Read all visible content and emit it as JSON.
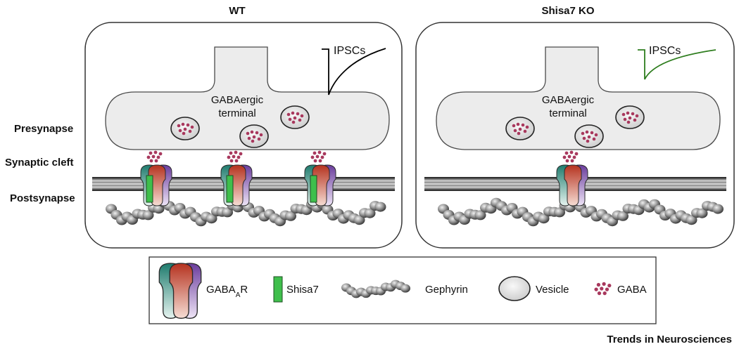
{
  "panels": [
    {
      "title": "WT",
      "inset_label": "IPSCs",
      "terminal_label_line1": "GABAergic",
      "terminal_label_line2": "terminal"
    },
    {
      "title": "Shisa7 KO",
      "inset_label": "IPSCs",
      "terminal_label_line1": "GABAergic",
      "terminal_label_line2": "terminal"
    }
  ],
  "side_labels": {
    "presynapse": "Presynapse",
    "synaptic_cleft": "Synaptic cleft",
    "postsynapse": "Postsynapse"
  },
  "legend": {
    "receptor": {
      "name": "GABA",
      "subscript": "A",
      "suffix": "R"
    },
    "shisa7": "Shisa7",
    "gephyrin": "Gephyrin",
    "vesicle": "Vesicle",
    "gaba": "GABA"
  },
  "footer": "Trends in Neurosciences",
  "colors": {
    "receptor_teal": "#1e7b6d",
    "receptor_red": "#b5321f",
    "receptor_purple": "#6a3c9c",
    "shisa7": "#3fbf4c",
    "gaba": "#a8385d",
    "ipsc_wt": "#000000",
    "ipsc_ko": "#2e7d1e"
  }
}
